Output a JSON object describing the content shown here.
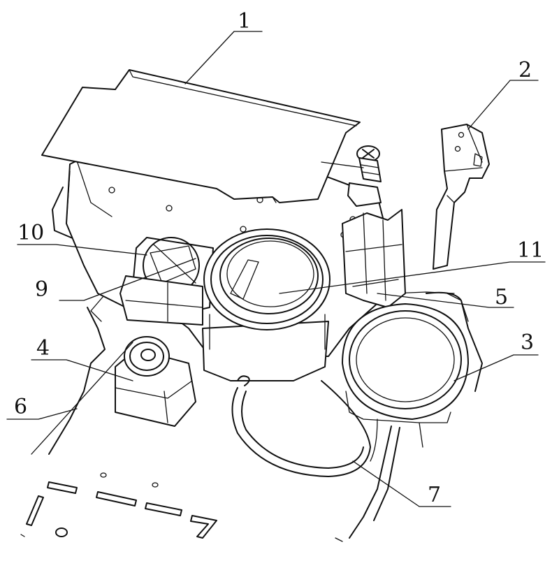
{
  "figure": {
    "callouts": [
      {
        "id": "1",
        "text": "1"
      },
      {
        "id": "2",
        "text": "2"
      },
      {
        "id": "3",
        "text": "3"
      },
      {
        "id": "4",
        "text": "4"
      },
      {
        "id": "5",
        "text": "5"
      },
      {
        "id": "6",
        "text": "6"
      },
      {
        "id": "7",
        "text": "7"
      },
      {
        "id": "9",
        "text": "9"
      },
      {
        "id": "10",
        "text": "10"
      },
      {
        "id": "11",
        "text": "11"
      }
    ]
  }
}
